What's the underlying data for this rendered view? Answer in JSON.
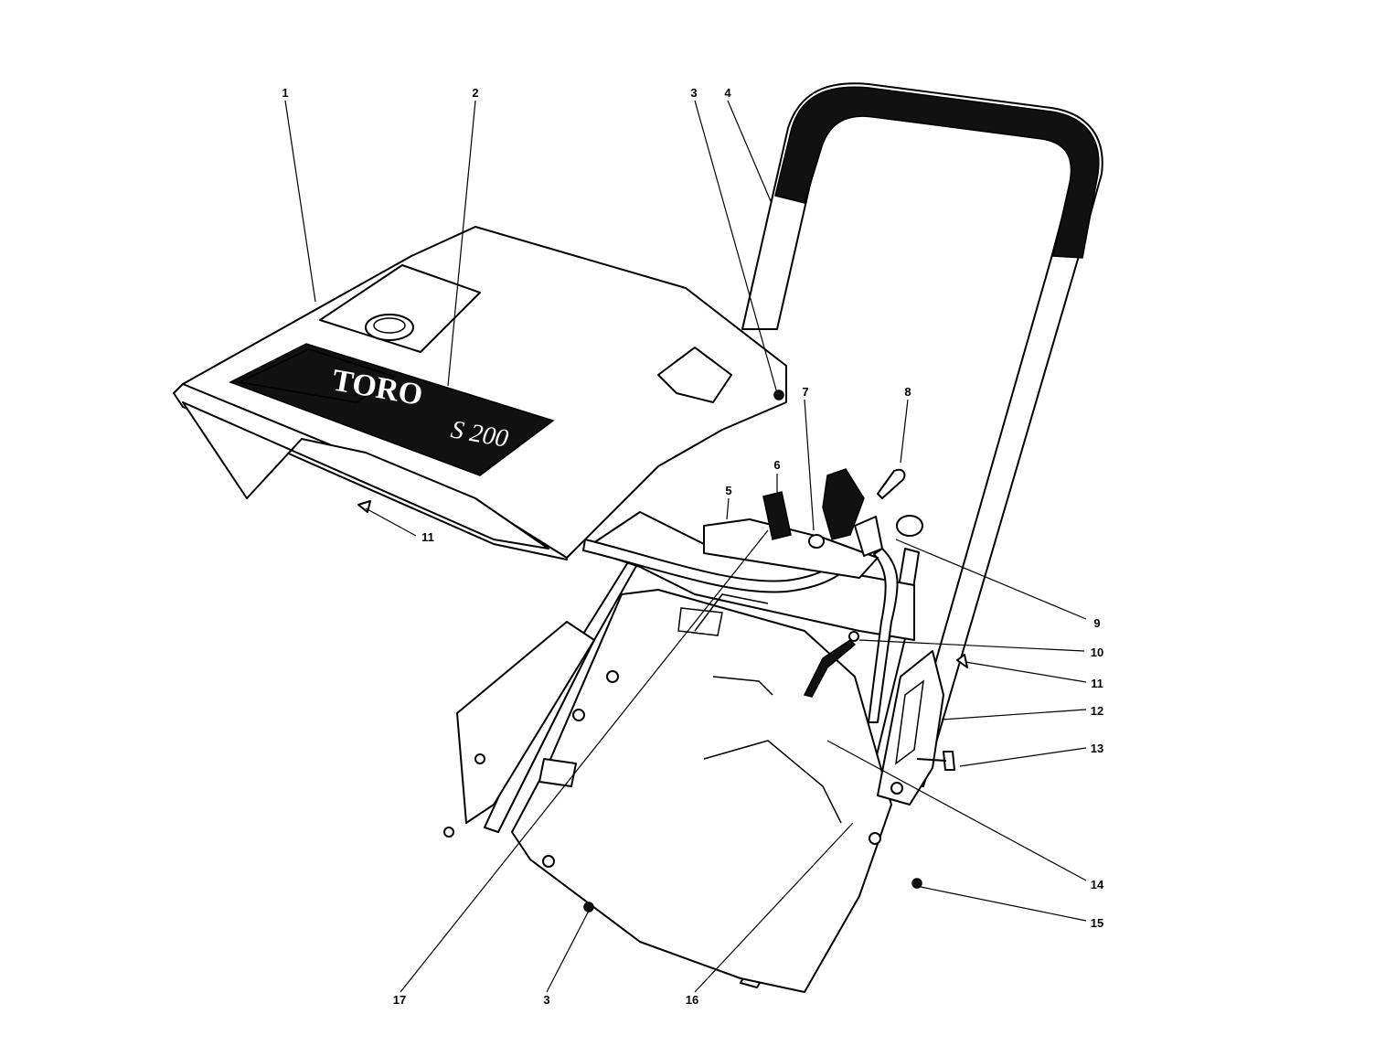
{
  "callouts": [
    {
      "num": "1"
    },
    {
      "num": "2"
    },
    {
      "num": "3"
    },
    {
      "num": "4"
    },
    {
      "num": "5"
    },
    {
      "num": "6"
    },
    {
      "num": "7"
    },
    {
      "num": "8"
    },
    {
      "num": "9"
    },
    {
      "num": "10"
    },
    {
      "num": "11"
    },
    {
      "num": "11"
    },
    {
      "num": "12"
    },
    {
      "num": "13"
    },
    {
      "num": "14"
    },
    {
      "num": "15"
    },
    {
      "num": "16"
    },
    {
      "num": "17"
    },
    {
      "num": "3"
    }
  ],
  "decal": {
    "brand": "TORO",
    "model": "S 200"
  }
}
